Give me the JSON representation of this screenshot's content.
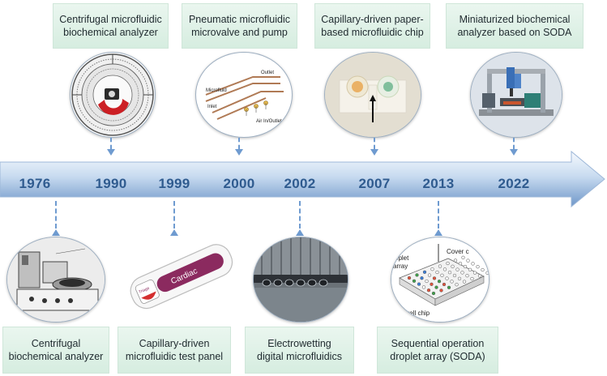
{
  "colors": {
    "arrow_light": "#e9f1fb",
    "arrow_dark": "#6f97c9",
    "year_text": "#2f5b8f",
    "box_fill": "#dcefe4",
    "connector": "#6f9bd0"
  },
  "years": [
    "1976",
    "1990",
    "1999",
    "2000",
    "2002",
    "2007",
    "2013",
    "2022"
  ],
  "top_milestones": [
    {
      "year": "1990",
      "label": "Centrifugal microfluidic\nbiochemical analyzer",
      "image": "centrifugal-disc-image"
    },
    {
      "year": "2000",
      "label": "Pneumatic microfluidic\nmicrovalve and pump",
      "image": "microvalve-schematic-image"
    },
    {
      "year": "2007",
      "label": "Capillary-driven paper-\nbased microfluidic chip",
      "image": "paper-chip-image"
    },
    {
      "year": "2022",
      "label": "Miniaturized biochemical\nanalyzer based on SODA",
      "image": "soda-analyzer-image"
    }
  ],
  "bottom_milestones": [
    {
      "year": "1976",
      "label": "Centrifugal\nbiochemical analyzer",
      "image": "early-analyzer-photo"
    },
    {
      "year": "1999",
      "label": "Capillary-driven\nmicrofluidic test panel",
      "image": "cardiac-test-panel-image"
    },
    {
      "year": "2002",
      "label": "Electrowetting\ndigital microfluidics",
      "image": "electrowetting-droplets-image"
    },
    {
      "year": "2013",
      "label": "Sequential operation\ndroplet array (SODA)",
      "image": "soda-array-image"
    }
  ],
  "image_labels": {
    "microvalve": {
      "microfluid": "Microfluid",
      "inlet": "Inlet",
      "outlet": "Outlet",
      "air": "Air In/Outlet"
    },
    "cardiac": {
      "brand": "Cardiac",
      "side": "Triage"
    },
    "soda": {
      "cover": "Cover c",
      "droplet": "oplet",
      "array": "array",
      "chip": "owell chip"
    }
  }
}
